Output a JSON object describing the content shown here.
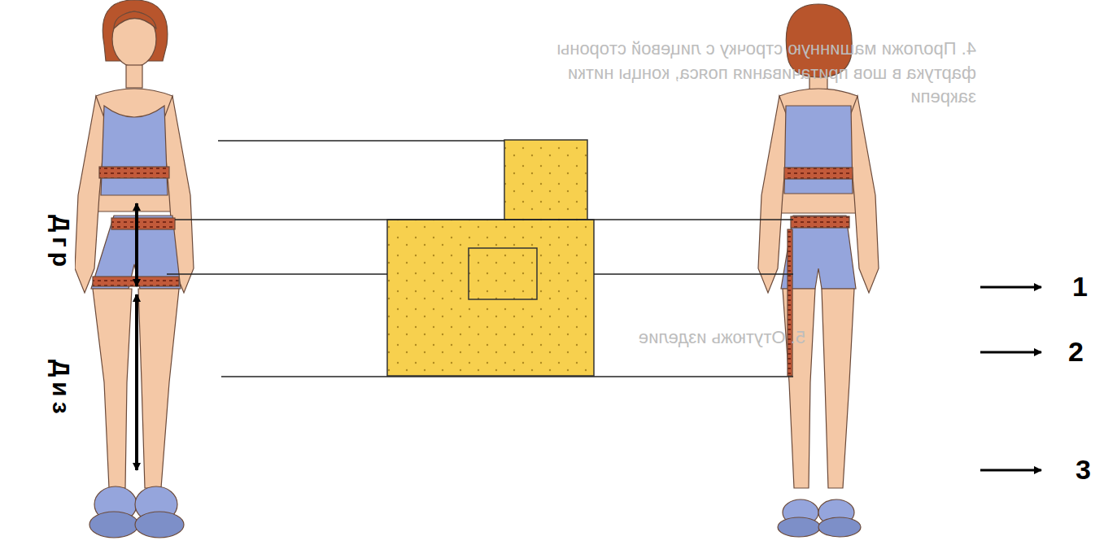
{
  "diagram": {
    "labels": [
      "4. Проложи машинную строчку с лицевой стороны фартука в шов притачивания пояса, концы нитки закрепи",
      "5. Отутюжь изделие",
      "Дгр",
      "Диз",
      "1",
      "2",
      "3"
    ]
  }
}
